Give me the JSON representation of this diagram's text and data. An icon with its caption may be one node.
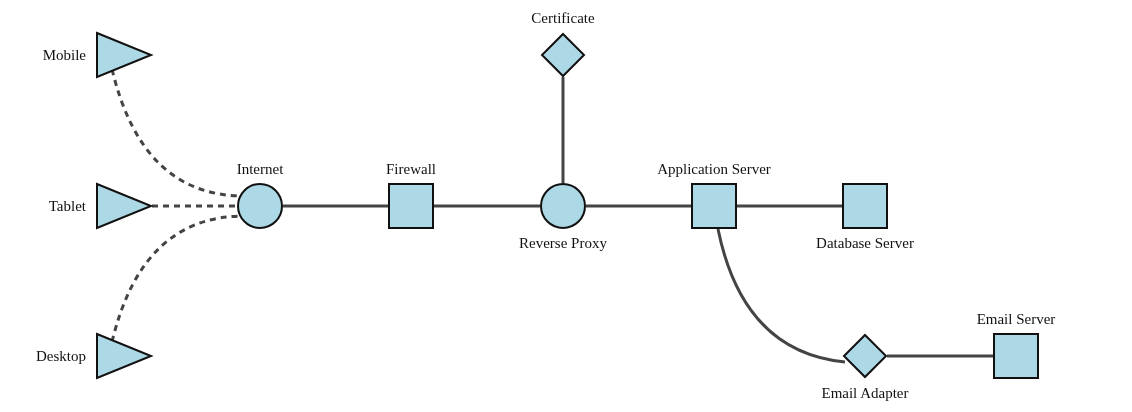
{
  "diagram": {
    "nodes": [
      {
        "text": [
          "Mobile"
        ]
      },
      {
        "text": [
          "Tablet"
        ]
      },
      {
        "text": [
          "Desktop"
        ]
      },
      {
        "text": [
          "Internet"
        ]
      },
      {
        "text": [
          "Firewall"
        ]
      },
      {
        "text": [
          "Certificate"
        ]
      },
      {
        "text": [
          "Reverse Proxy"
        ]
      },
      {
        "text": [
          "Application Server"
        ]
      },
      {
        "text": [
          "Database Server"
        ]
      },
      {
        "text": [
          "Email Adapter"
        ]
      },
      {
        "text": [
          "Email Server"
        ]
      }
    ],
    "edges": [
      {
        "from": 0,
        "to": 3,
        "arrow": "none",
        "style": "dashed"
      },
      {
        "from": 1,
        "to": 3,
        "arrow": "none",
        "style": "dashed"
      },
      {
        "from": 2,
        "to": 3,
        "arrow": "none",
        "style": "dashed"
      },
      {
        "from": 3,
        "to": 4,
        "arrow": "none"
      },
      {
        "from": 4,
        "to": 6,
        "arrow": "none"
      },
      {
        "from": 5,
        "to": 6,
        "arrow": "none"
      },
      {
        "from": 6,
        "to": 7,
        "arrow": "none"
      },
      {
        "from": 7,
        "to": 8,
        "arrow": "none"
      },
      {
        "from": 7,
        "to": 9,
        "arrow": "none"
      },
      {
        "from": 9,
        "to": 10,
        "arrow": "none"
      }
    ]
  }
}
